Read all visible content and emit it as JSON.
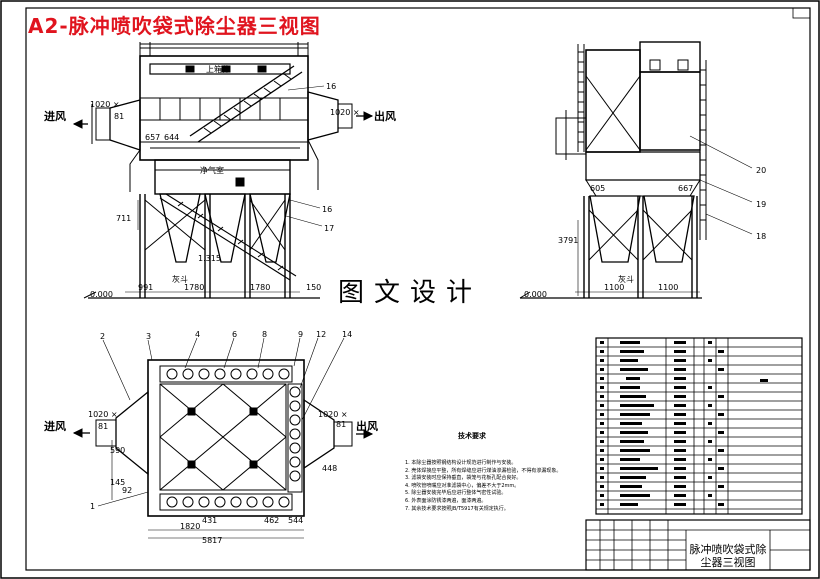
{
  "banner": {
    "title": "A2-脉冲喷吹袋式除尘器三视图"
  },
  "watermark": {
    "text": "图文设计"
  },
  "labels": {
    "inlet": "进风",
    "outlet": "出风",
    "upper_box": "上箱体",
    "net_gas_room": "净气室",
    "dust_bin": "灰斗"
  },
  "front_view": {
    "dims_bottom": [
      "991",
      "1780",
      "1780",
      "150"
    ],
    "dims_side": [
      "711"
    ],
    "ref_level": "0.000",
    "ports": [
      "1020 ×",
      "81"
    ],
    "small_labels": [
      "657",
      "644",
      "1.315"
    ],
    "part_numbers": [
      "16",
      "16",
      "17"
    ]
  },
  "side_view": {
    "dims_bottom": [
      "1100",
      "1100"
    ],
    "dims_side": [
      "3791"
    ],
    "ref_level": "0.000",
    "upper_labels": [
      "605",
      "667"
    ],
    "part_numbers": [
      "20",
      "19",
      "18"
    ]
  },
  "plan_view": {
    "part_numbers": [
      "2",
      "3",
      "4",
      "6",
      "8",
      "9",
      "12",
      "14",
      "1"
    ],
    "ports": [
      "1020 ×",
      "81"
    ],
    "dims_bottom": [
      "1820",
      "5817",
      "431",
      "462",
      "544"
    ],
    "dim_outlet": "448",
    "dims_side": [
      "590",
      "145",
      "92"
    ]
  },
  "notes": {
    "title": "技术要求",
    "items": [
      "1. 本除尘器按照钢结构设计规范进行制作与安装。",
      "2. 壳体焊接应平整，所有焊缝应进行煤油渗漏检验，不得有渗漏现象。",
      "3. 滤袋安装时应保持垂直，袋笼与花板孔配合良好。",
      "4. 喷吹管喷嘴应对准滤袋中心，偏差不大于2mm。",
      "5. 除尘器安装完毕后应进行整体气密性试验。",
      "6. 外表面涂防锈漆两遍，面漆两遍。",
      "7. 其余技术要求按照JB/T5917有关规定执行。"
    ]
  },
  "title_block": {
    "drawing_name": "脉冲喷吹袋式除尘器三视图"
  },
  "bom": {
    "rows": 20
  }
}
